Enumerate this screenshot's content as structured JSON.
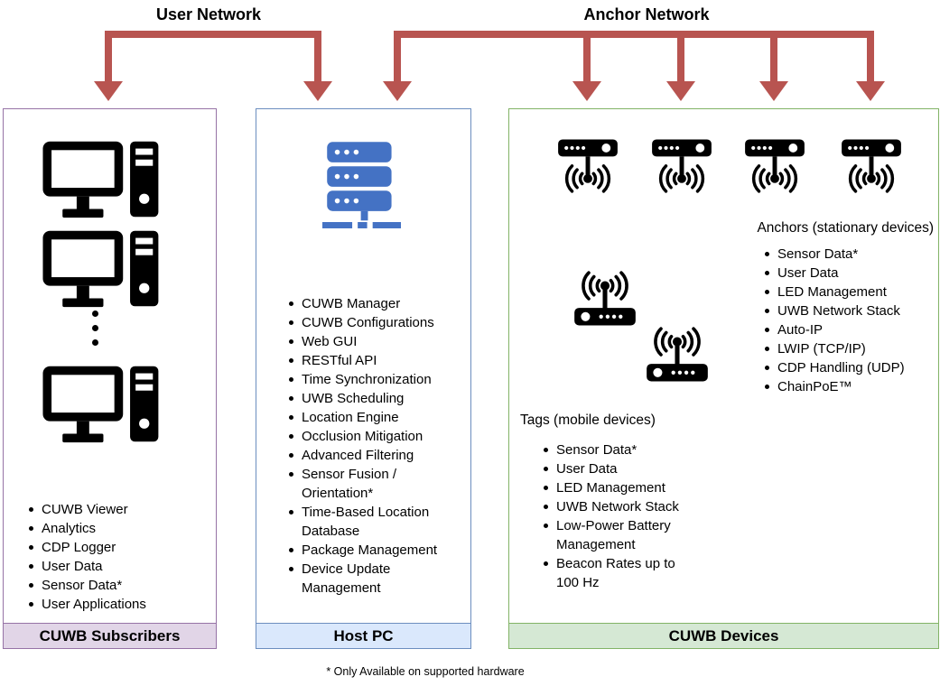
{
  "networks": {
    "user": {
      "label": "User Network"
    },
    "anchor": {
      "label": "Anchor Network"
    }
  },
  "boxes": {
    "subscribers": {
      "footer": "CUWB Subscribers",
      "items": [
        "CUWB Viewer",
        "Analytics",
        "CDP Logger",
        "User Data",
        "Sensor Data*",
        "User Applications"
      ]
    },
    "host_pc": {
      "footer": "Host PC",
      "items": [
        "CUWB Manager",
        "CUWB Configurations",
        "Web GUI",
        "RESTful API",
        "Time Synchronization",
        "UWB Scheduling",
        "Location Engine",
        "Occlusion Mitigation",
        "Advanced Filtering",
        "Sensor Fusion / Orientation*",
        "Time-Based Location Database",
        "Package Management",
        "Device Update Management"
      ]
    },
    "devices": {
      "footer": "CUWB Devices",
      "anchors": {
        "label": "Anchors (stationary devices)",
        "items": [
          "Sensor Data*",
          "User Data",
          "LED Management",
          "UWB Network Stack",
          "Auto-IP",
          "LWIP (TCP/IP)",
          "CDP Handling (UDP)",
          "ChainPoE™"
        ]
      },
      "tags": {
        "label": "Tags (mobile devices)",
        "items": [
          "Sensor Data*",
          "User Data",
          "LED Management",
          "UWB Network Stack",
          "Low-Power Battery Management",
          "Beacon Rates up to 100 Hz"
        ]
      }
    }
  },
  "footnote": "* Only Available on supported hardware",
  "colors": {
    "arrow_red": "#b85450",
    "subscribers_border": "#9673a6",
    "subscribers_fill": "#e1d5e7",
    "host_border": "#6c8ebf",
    "host_fill": "#dae8fc",
    "devices_border": "#82b366",
    "devices_fill": "#d5e8d4",
    "server_blue": "#4472c4",
    "icon_black": "#000000"
  }
}
